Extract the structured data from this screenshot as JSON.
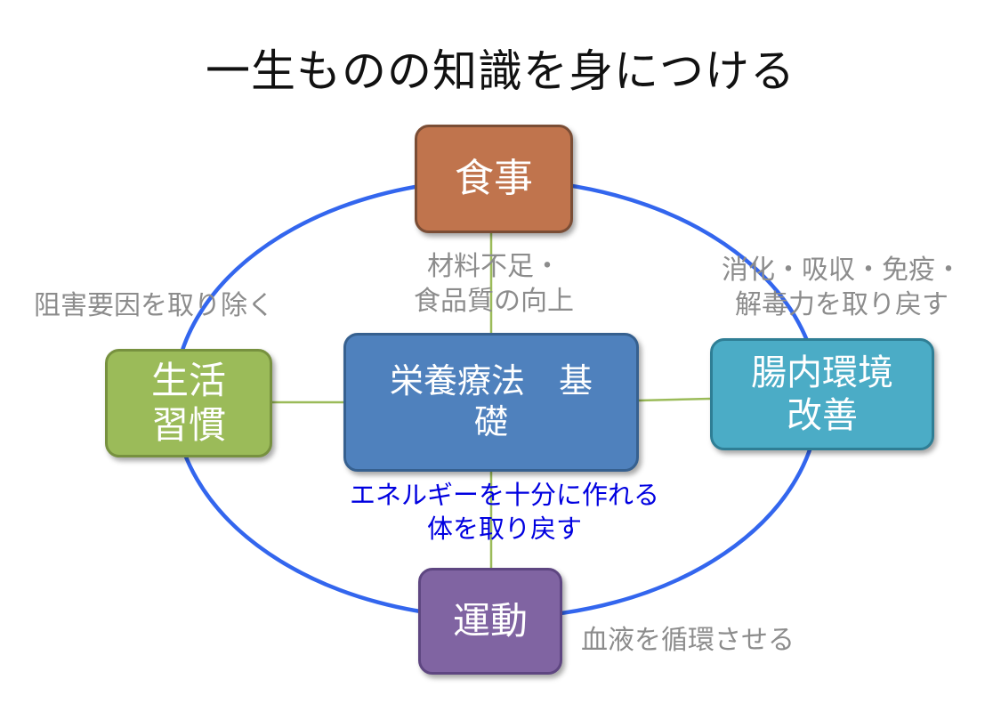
{
  "title": "一生ものの知識を身につける",
  "colors": {
    "food": "#c0744d",
    "gut": "#4bacc6",
    "lifestyle": "#9bbb59",
    "center": "#4f81bd",
    "exercise": "#8064a2",
    "ring": "#3366ee",
    "connector": "#9bbb59",
    "note_gray": "#8c8c8c",
    "note_blue": "#0000e0"
  },
  "nodes": {
    "food": "食事",
    "gut": "腸内環境\n改善",
    "lifestyle": "生活\n習慣",
    "center": "栄養療法　基\n礎",
    "exercise": "運動"
  },
  "notes": {
    "food": "材料不足・\n食品質の向上",
    "gut": "消化・吸収・免疫・\n解毒力を取り戻す",
    "lifestyle": "阻害要因を取り除く",
    "exercise": "血液を循環させる",
    "center": "エネルギーを十分に作れる\n体を取り戻す"
  }
}
